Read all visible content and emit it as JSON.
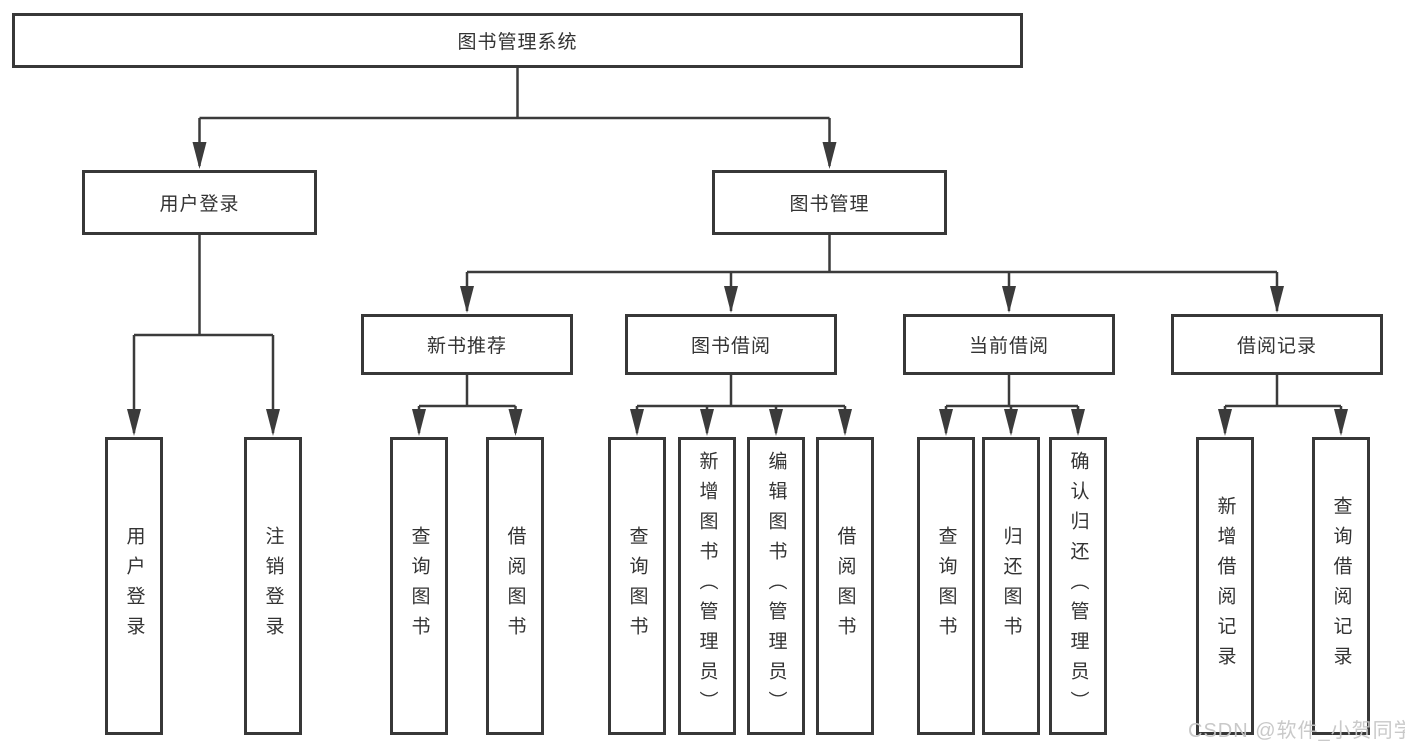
{
  "tree": {
    "label": "图书管理系统",
    "children": [
      {
        "label": "用户登录",
        "children": [
          {
            "label": "用户登录"
          },
          {
            "label": "注销登录"
          }
        ]
      },
      {
        "label": "图书管理",
        "children": [
          {
            "label": "新书推荐",
            "children": [
              {
                "label": "查询图书"
              },
              {
                "label": "借阅图书"
              }
            ]
          },
          {
            "label": "图书借阅",
            "children": [
              {
                "label": "查询图书"
              },
              {
                "label": "新增图书（管理员）"
              },
              {
                "label": "编辑图书（管理员）"
              },
              {
                "label": "借阅图书"
              }
            ]
          },
          {
            "label": "当前借阅",
            "children": [
              {
                "label": "查询图书"
              },
              {
                "label": "归还图书"
              },
              {
                "label": "确认归还（管理员）"
              }
            ]
          },
          {
            "label": "借阅记录",
            "children": [
              {
                "label": "新增借阅记录"
              },
              {
                "label": "查询借阅记录"
              }
            ]
          }
        ]
      }
    ]
  },
  "watermark": {
    "text": "CSDN @软件_小贺同学"
  },
  "colors": {
    "line": "#3b3b3b",
    "box_border": "#383838",
    "text": "#333333",
    "watermark": "#c6c6c6",
    "background": "#ffffff"
  }
}
